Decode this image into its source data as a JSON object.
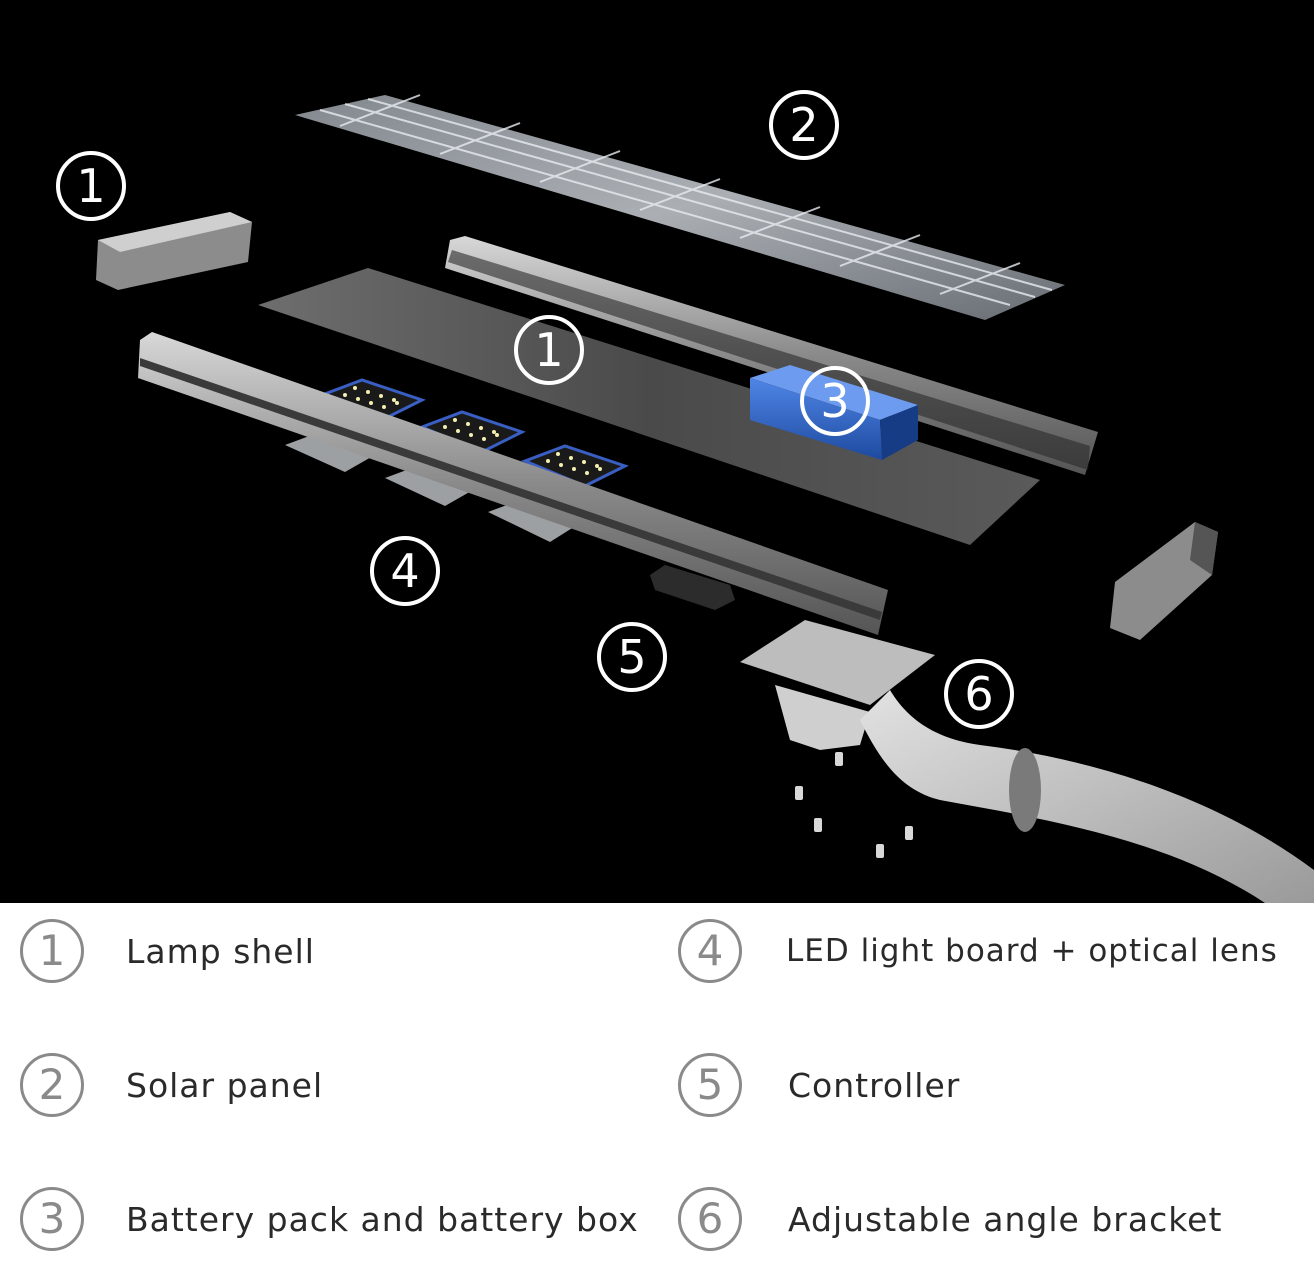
{
  "diagram": {
    "callouts": {
      "lamp_shell_left": "1",
      "solar_panel": "2",
      "lamp_shell_center": "1",
      "battery": "3",
      "led_board": "4",
      "controller": "5",
      "bracket": "6"
    }
  },
  "legend": {
    "items": [
      {
        "number": "1",
        "label": "Lamp shell"
      },
      {
        "number": "2",
        "label": "Solar panel"
      },
      {
        "number": "3",
        "label": "Battery pack and battery box"
      },
      {
        "number": "4",
        "label": "LED light board + optical lens"
      },
      {
        "number": "5",
        "label": "Controller"
      },
      {
        "number": "6",
        "label": "Adjustable angle bracket"
      }
    ]
  },
  "colors": {
    "background": "#000000",
    "callout": "#ffffff",
    "battery_blue": "#2f66c9",
    "legend_circle": "#8a8a8a",
    "legend_text": "#2a2a2a"
  }
}
